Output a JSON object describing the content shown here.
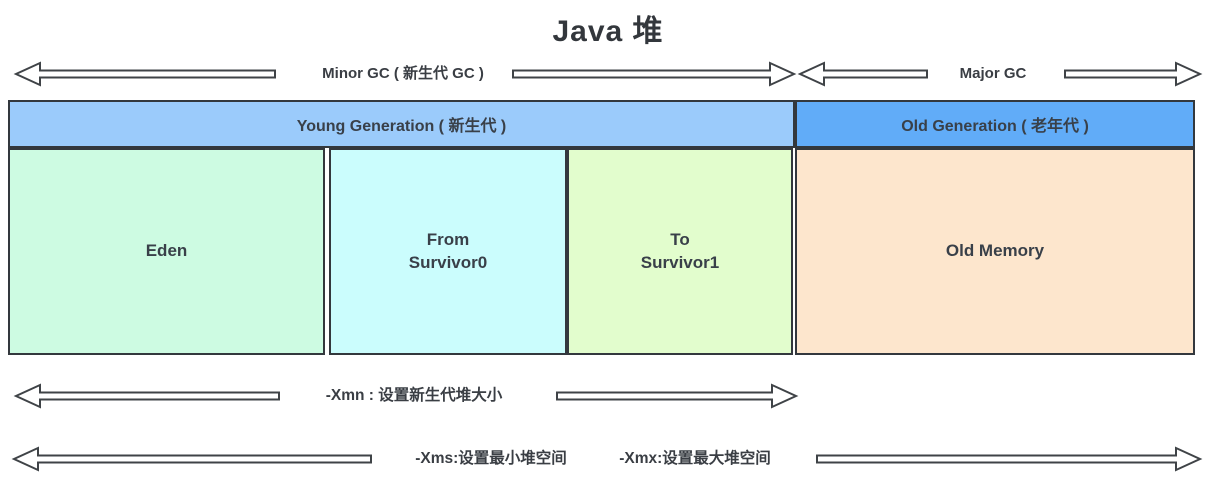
{
  "title": "Java 堆",
  "gc_row": {
    "minor_label": "Minor GC ( 新生代 GC )",
    "major_label": "Major GC"
  },
  "heap": {
    "young_header": {
      "label": "Young Generation ( 新生代 )",
      "bg": "#9bcbfb"
    },
    "old_header": {
      "label": "Old Generation ( 老年代 )",
      "bg": "#61acf8"
    },
    "cells": {
      "eden": {
        "label": "Eden",
        "bg": "#cdfbe2"
      },
      "survivor0": {
        "label": "From\nSurvivor0",
        "bg": "#cbfdfd"
      },
      "survivor1": {
        "label": "To\nSurvivor1",
        "bg": "#e2fdcd"
      },
      "old_memory": {
        "label": "Old Memory",
        "bg": "#fde6cd"
      }
    }
  },
  "params": {
    "xmn_label": "-Xmn : 设置新生代堆大小",
    "xms_label": "-Xms:设置最小堆空间",
    "xmx_label": "-Xmx:设置最大堆空间"
  },
  "colors": {
    "border": "#33383d",
    "text": "#3a3e44",
    "arrow_stroke": "#3f4347",
    "arrow_fill": "#ffffff"
  }
}
